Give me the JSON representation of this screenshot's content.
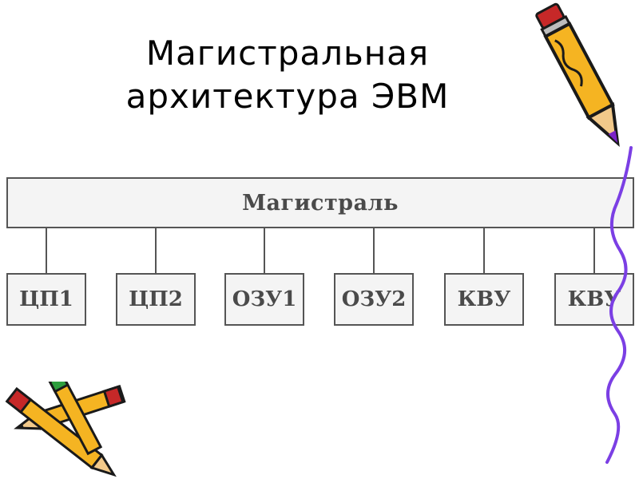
{
  "title": {
    "line1": "Магистральная",
    "line2": "архитектура ЭВМ"
  },
  "diagram": {
    "bus_label": "Магистраль",
    "modules": [
      {
        "label": "ЦП1"
      },
      {
        "label": "ЦП2"
      },
      {
        "label": "ОЗУ1"
      },
      {
        "label": "ОЗУ2"
      },
      {
        "label": "КВУ"
      },
      {
        "label": "КВУ"
      }
    ]
  },
  "decorations": {
    "pencil_top_right": "pencil-icon",
    "purple_squiggle": "squiggle-line",
    "pencils_bottom_left": "crossed-pencils-icon"
  },
  "colors": {
    "pencil_body": "#f5b422",
    "pencil_outline": "#1a1a1a",
    "eraser": "#c62828",
    "pencil_tip": "#7b22c8",
    "squiggle": "#7b3fe4",
    "green_eraser": "#2e9e3e"
  }
}
